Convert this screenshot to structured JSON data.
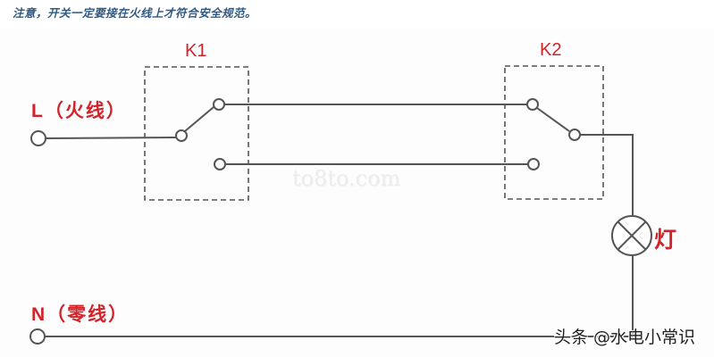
{
  "note": {
    "text": "注意，开关一定要接在火线上才符合安全规范。",
    "color": "#2f5a85"
  },
  "labels": {
    "live": "L（火线）",
    "neutral": "N（零线）",
    "switch1": "K1",
    "switch2": "K2",
    "lamp": "灯"
  },
  "watermark": "to8to.com",
  "credit": "头条 @水电小常识",
  "colors": {
    "label_red": "#d2232a",
    "wire": "#555555",
    "dashed_box": "#555555"
  },
  "diagram": {
    "type": "two-way switch lighting circuit",
    "components": [
      {
        "id": "L",
        "kind": "terminal",
        "name": "live wire input"
      },
      {
        "id": "K1",
        "kind": "SPDT switch",
        "pivot_connected_to": "L"
      },
      {
        "id": "K2",
        "kind": "SPDT switch",
        "pivot_connected_to": "lamp"
      },
      {
        "id": "lamp",
        "kind": "lamp"
      },
      {
        "id": "N",
        "kind": "terminal",
        "name": "neutral wire input"
      }
    ],
    "connections": [
      [
        "L",
        "K1.pivot"
      ],
      [
        "K1.upper",
        "K2.upper"
      ],
      [
        "K1.lower",
        "K2.lower"
      ],
      [
        "K2.pivot",
        "lamp"
      ],
      [
        "lamp",
        "N"
      ]
    ]
  }
}
